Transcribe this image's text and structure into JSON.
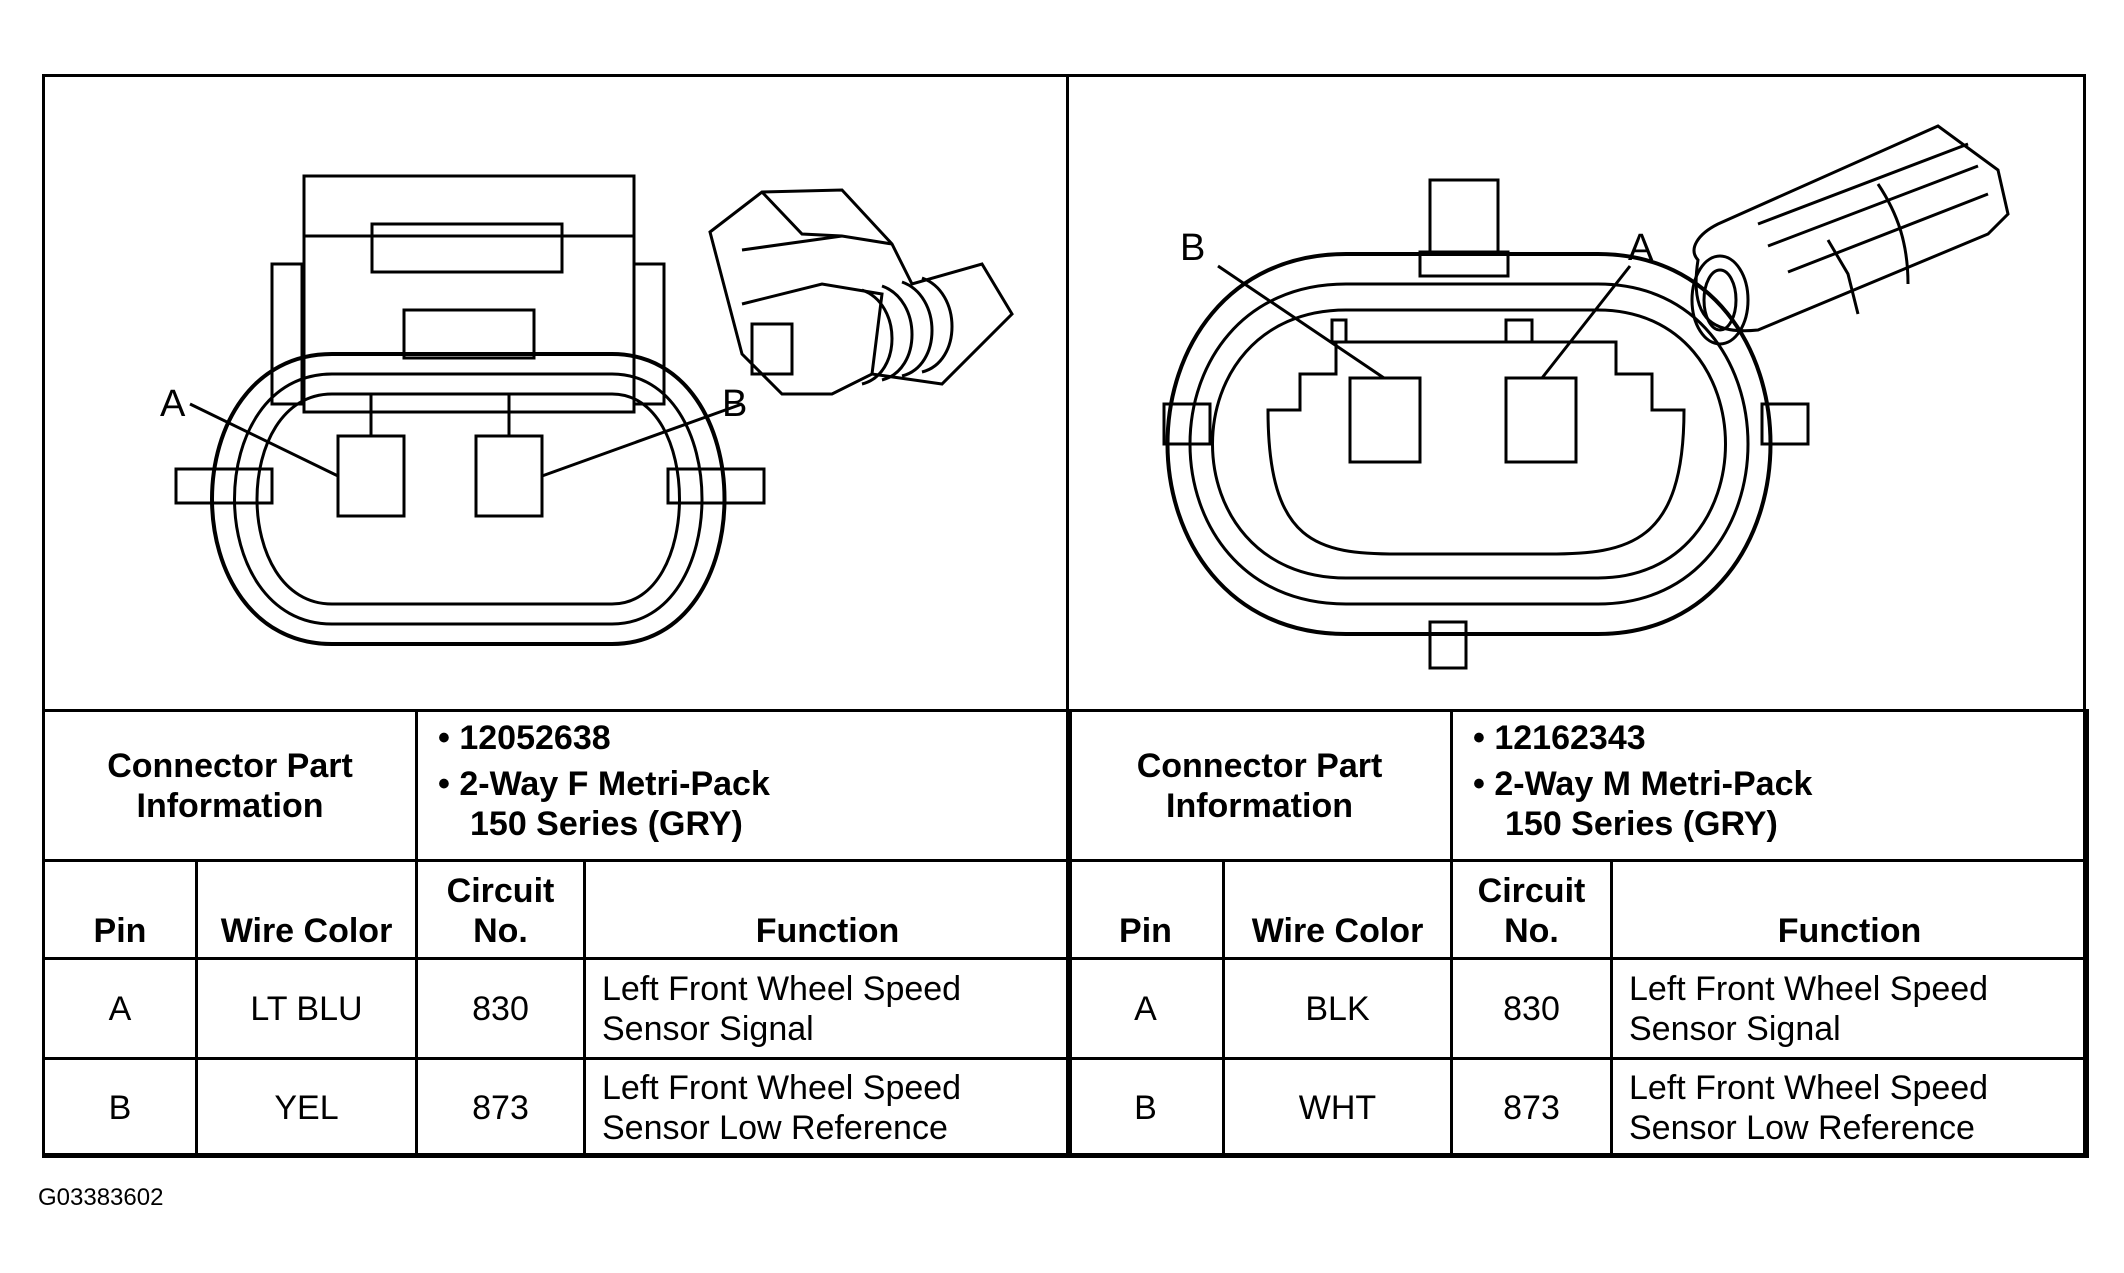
{
  "connectors": [
    {
      "callouts": [
        "A",
        "B"
      ],
      "header_label": "Connector Part Information",
      "part_info": [
        "12052638",
        "2-Way F Metri-Pack",
        "150 Series (GRY)"
      ],
      "columns": [
        "Pin",
        "Wire Color",
        "Circuit No.",
        "Function"
      ],
      "rows": [
        {
          "pin": "A",
          "wire": "LT BLU",
          "circuit": "830",
          "function": "Left Front Wheel Speed Sensor Signal"
        },
        {
          "pin": "B",
          "wire": "YEL",
          "circuit": "873",
          "function": "Left Front Wheel Speed Sensor Low Reference"
        }
      ]
    },
    {
      "callouts": [
        "B",
        "A"
      ],
      "header_label": "Connector Part Information",
      "part_info": [
        "12162343",
        "2-Way M Metri-Pack",
        "150 Series (GRY)"
      ],
      "columns": [
        "Pin",
        "Wire Color",
        "Circuit No.",
        "Function"
      ],
      "rows": [
        {
          "pin": "A",
          "wire": "BLK",
          "circuit": "830",
          "function": "Left Front Wheel Speed Sensor Signal"
        },
        {
          "pin": "B",
          "wire": "WHT",
          "circuit": "873",
          "function": "Left Front Wheel Speed Sensor Low Reference"
        }
      ]
    }
  ],
  "figure_id": "G03383602"
}
